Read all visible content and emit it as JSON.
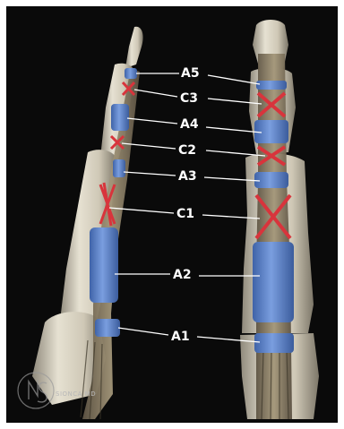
{
  "labels": {
    "a5": "A5",
    "c3": "C3",
    "a4": "A4",
    "c2": "C2",
    "a3": "A3",
    "c1": "C1",
    "a2": "A2",
    "a1": "A1"
  },
  "watermark": "SIONCA MD",
  "colors": {
    "background": "#0a0a0a",
    "frame": "#ffffff",
    "bone": "#ddd7c6",
    "annular_pulley": "#5b82cc",
    "cruciate_pulley": "#d8343c",
    "tendon": "#8a7e68",
    "leader_line": "#ffffff"
  }
}
